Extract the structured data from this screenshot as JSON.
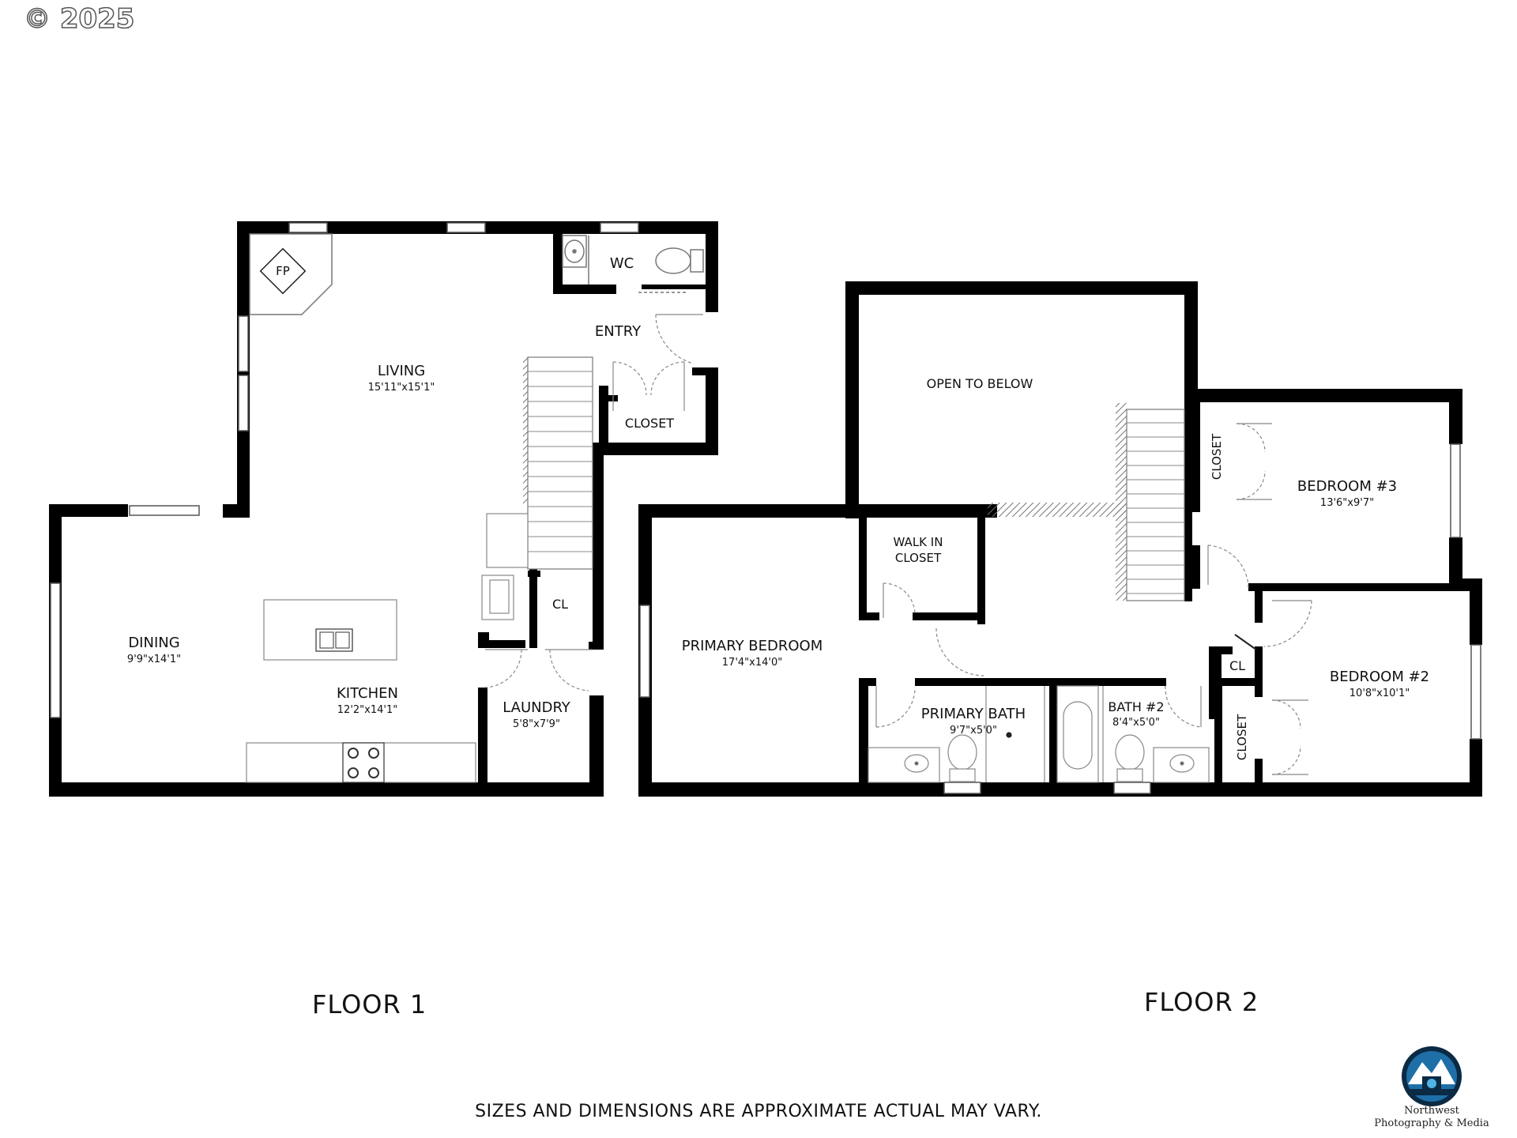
{
  "copyright": "© 2025",
  "disclaimer": "SIZES AND DIMENSIONS ARE APPROXIMATE ACTUAL MAY VARY.",
  "floors": [
    {
      "label": "FLOOR 1"
    },
    {
      "label": "FLOOR 2"
    }
  ],
  "fixtures": {
    "fireplace": "FP"
  },
  "rooms": {
    "wc": {
      "name": "WC"
    },
    "entry": {
      "name": "ENTRY"
    },
    "living": {
      "name": "LIVING",
      "dim": "15'11\"x15'1\""
    },
    "closet_f1": {
      "name": "CLOSET"
    },
    "dining": {
      "name": "DINING",
      "dim": "9'9\"x14'1\""
    },
    "kitchen": {
      "name": "KITCHEN",
      "dim": "12'2\"x14'1\""
    },
    "cl_f1": {
      "name": "CL"
    },
    "laundry": {
      "name": "LAUNDRY",
      "dim": "5'8\"x7'9\""
    },
    "open_below": {
      "name": "OPEN TO BELOW"
    },
    "closet_b3": {
      "name": "CLOSET"
    },
    "bedroom3": {
      "name": "BEDROOM #3",
      "dim": "13'6\"x9'7\""
    },
    "walkin_1": {
      "name": "WALK IN"
    },
    "walkin_2": {
      "name": "CLOSET"
    },
    "primary_bedroom": {
      "name": "PRIMARY BEDROOM",
      "dim": "17'4\"x14'0\""
    },
    "cl_f2": {
      "name": "CL"
    },
    "bedroom2": {
      "name": "BEDROOM #2",
      "dim": "10'8\"x10'1\""
    },
    "primary_bath": {
      "name": "PRIMARY BATH",
      "dim": "9'7\"x5'0\""
    },
    "bath2": {
      "name": "BATH #2",
      "dim": "8'4\"x5'0\""
    },
    "closet_b2": {
      "name": "CLOSET"
    }
  },
  "logo": {
    "line1": "Northwest",
    "line2": "Photography & Media"
  },
  "colors": {
    "wall": "#000000",
    "fixture": "#888888",
    "logo_blue": "#1e6fa8"
  }
}
